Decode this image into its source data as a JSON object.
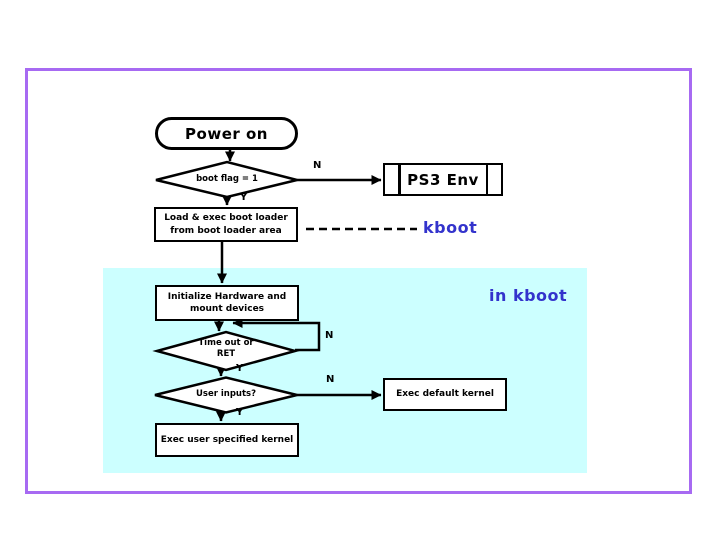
{
  "diagram": {
    "labels": {
      "kboot": "kboot",
      "in_kboot": "in kboot"
    },
    "nodes": {
      "power_on": "Power on",
      "boot_flag": "boot flag = 1",
      "ps3_env": "PS3 Env",
      "load_boot_loader_line1": "Load & exec boot loader",
      "load_boot_loader_line2": "from boot loader area",
      "init_hw_line1": "Initialize Hardware and",
      "init_hw_line2": "mount devices",
      "timeout_line1": "Time out or",
      "timeout_line2": "RET",
      "user_inputs": "User inputs?",
      "exec_default": "Exec default kernel",
      "exec_user": "Exec user specified kernel"
    },
    "edge_labels": {
      "boot_flag_no": "N",
      "boot_flag_yes": "Y",
      "timeout_no": "N",
      "timeout_yes": "Y",
      "user_inputs_no": "N",
      "user_inputs_yes": "Y"
    },
    "colors": {
      "frame_border": "#a76af2",
      "region_background": "#ccffff",
      "accent_text": "#3333cc",
      "line": "#000000",
      "node_fill": "#ffffff"
    }
  }
}
